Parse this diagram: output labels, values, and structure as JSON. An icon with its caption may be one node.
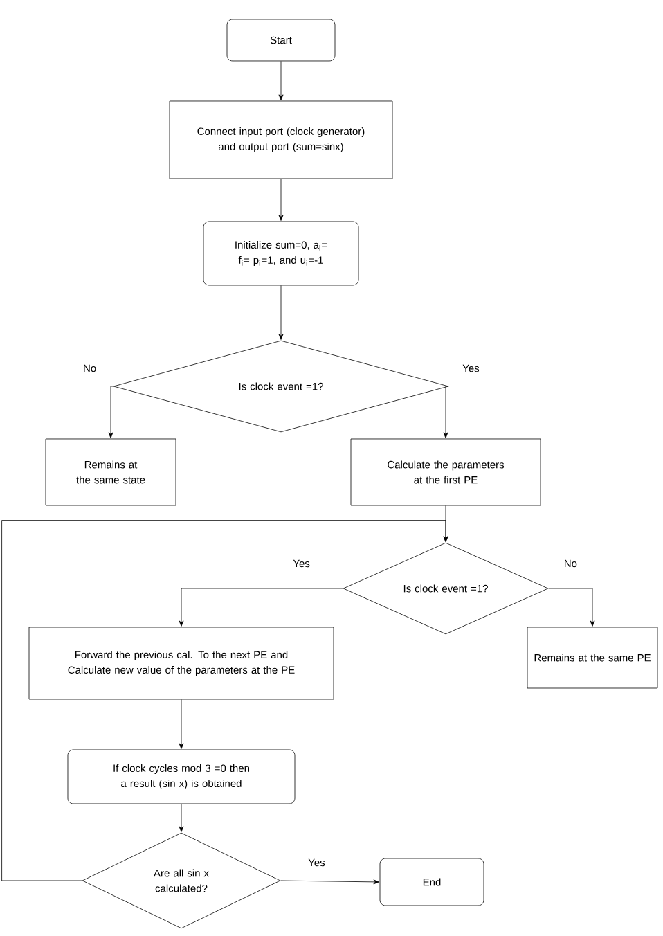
{
  "diagram": {
    "nodes": [
      {
        "text": [
          "Start"
        ]
      },
      {
        "text": [
          "Connect input port (clock generator) and output port (sum=sinx)"
        ]
      },
      {
        "text": [
          "Initialize sum=0, a$_{i}$= f$_{i}$= p$_{i}$=1, and u$_{i}$=-1"
        ]
      },
      {
        "text": [
          "Is clock event =1?"
        ]
      },
      {
        "text": [
          "Remains at the same state"
        ]
      },
      {
        "text": [
          "Calculate the parameters at the first PE"
        ]
      },
      {
        "text": [
          "Is clock event =1?"
        ]
      },
      {
        "text": [
          "Forward the previous cal. To the next PE and Calculate new value of the parameters at the PE"
        ]
      },
      {
        "text": [
          "Remains at the same PE"
        ]
      },
      {
        "text": [
          "If clock cycles mod 3 =0 then a result (sin x) is obtained"
        ]
      },
      {
        "text": [
          "Are all sin x calculated?"
        ]
      },
      {
        "text": [
          "End"
        ]
      }
    ],
    "edges": [
      {
        "from": 0,
        "to": 1,
        "arrow": "to"
      },
      {
        "from": 1,
        "to": 2,
        "arrow": "to"
      },
      {
        "from": 2,
        "to": 3,
        "arrow": "to"
      },
      {
        "from": 3,
        "to": 4,
        "arrow": "to",
        "label": "No"
      },
      {
        "from": 3,
        "to": 5,
        "arrow": "to",
        "label": "Yes"
      },
      {
        "from": 5,
        "to": 6,
        "arrow": "to"
      },
      {
        "from": 6,
        "to": 7,
        "arrow": "to",
        "label": "Yes"
      },
      {
        "from": 6,
        "to": 8,
        "arrow": "to",
        "label": "No"
      },
      {
        "from": 7,
        "to": 9,
        "arrow": "to"
      },
      {
        "from": 9,
        "to": 10,
        "arrow": "to"
      },
      {
        "from": 10,
        "to": 11,
        "arrow": "to",
        "label": "Yes"
      },
      {
        "from": 10,
        "to": 6,
        "arrow": "to"
      }
    ]
  }
}
